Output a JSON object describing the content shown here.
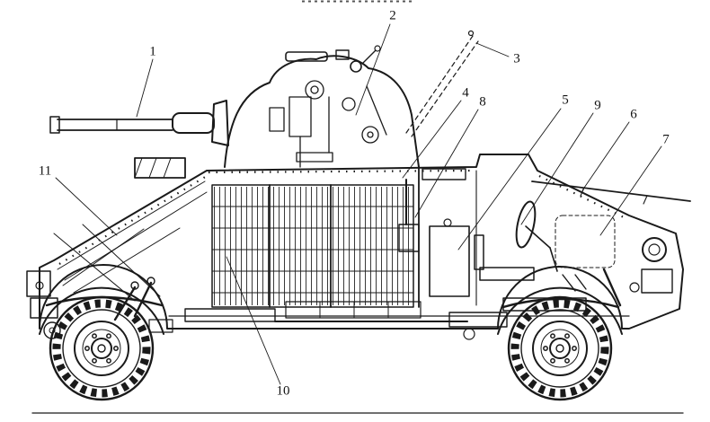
{
  "figure": {
    "type": "technical-cutaway-diagram",
    "subject": "armored car side cutaway",
    "background_color": "#ffffff",
    "ink_color": "#1a1a1a",
    "callouts": [
      {
        "label": "1"
      },
      {
        "label": "2"
      },
      {
        "label": "3"
      },
      {
        "label": "4"
      },
      {
        "label": "5"
      },
      {
        "label": "6"
      },
      {
        "label": "7"
      },
      {
        "label": "8"
      },
      {
        "label": "9"
      },
      {
        "label": "10"
      },
      {
        "label": "11"
      }
    ]
  }
}
